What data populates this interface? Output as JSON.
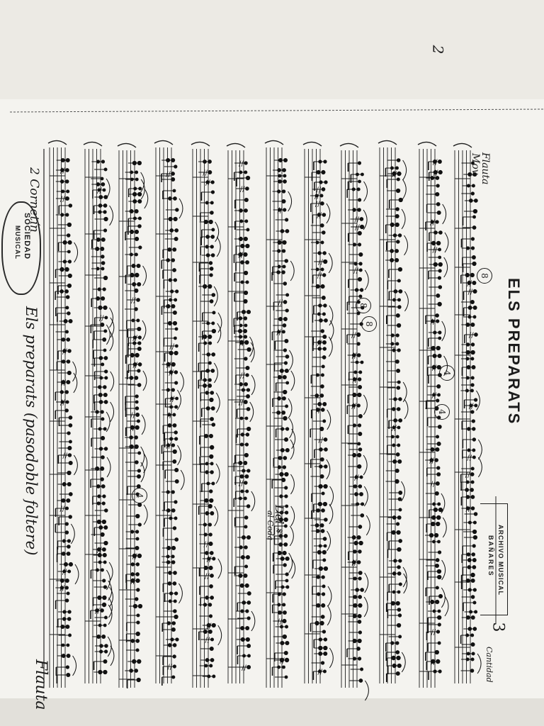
{
  "document": {
    "title": "ELS PREPARATS",
    "subtitle": "Els preparats (pasodoble foltere)",
    "dedication": "2 Cornetín",
    "instrument_part": "Flauta",
    "instrument_header": "Flauta",
    "tempo_mark": "Mov.",
    "page_number": "2",
    "part_count": "3",
    "quantity_label": "Cantidad",
    "dal_segno": "Del 𝄋",
    "dal_segno_note": "al Coda",
    "rehearsal_marks": [
      "8",
      "4",
      "4",
      "8",
      "8",
      "4"
    ]
  },
  "archive_stamp": {
    "line1": "ARCHIVO MUSICAL",
    "line2": "BAÑARES"
  },
  "society_seal": {
    "line1": "SOCIEDAD",
    "line2": "MUSICAL"
  }
}
